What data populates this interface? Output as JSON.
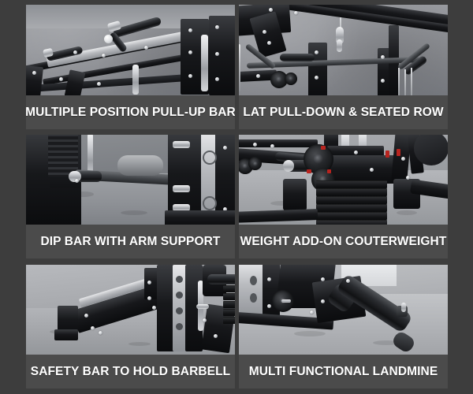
{
  "page": {
    "background_color": "#3d3d3d",
    "layout": "2-column x 3-row feature panel grid",
    "caption_band_color": "#4b4b4b",
    "caption_text_color": "#ffffff"
  },
  "panels": [
    {
      "id": "pull-up-bar",
      "caption": "MULTIPLE POSITION PULL-UP BAR",
      "image_alt": "Close-up of a multi-grip pull-up bar mounted on the top of a black power rack against a grey concrete wall"
    },
    {
      "id": "lat-pulldown-seated-row",
      "caption": "LAT PULL-DOWN & SEATED ROW",
      "image_alt": "Lat pull-down bar hanging from a cable and carabiner on a black rack frame"
    },
    {
      "id": "dip-bar",
      "caption": "DIP BAR WITH ARM SUPPORT",
      "image_alt": "Black dip bar with padded arm support attachment bolted to the rack upright"
    },
    {
      "id": "weight-add-on",
      "caption": "WEIGHT ADD-ON COUTERWEIGHT",
      "image_alt": "Weight stack with add-on counterweight plates and a red-marked olympic plate on a horn"
    },
    {
      "id": "safety-bar",
      "caption": "SAFETY BAR TO HOLD BARBELL",
      "image_alt": "Black and chrome safety spotter arm bolted into the perforated rack upright"
    },
    {
      "id": "landmine",
      "caption": "MULTI FUNCTIONAL LANDMINE",
      "image_alt": "Multi functional landmine sleeve attachment mounted at the base of the rack"
    }
  ]
}
